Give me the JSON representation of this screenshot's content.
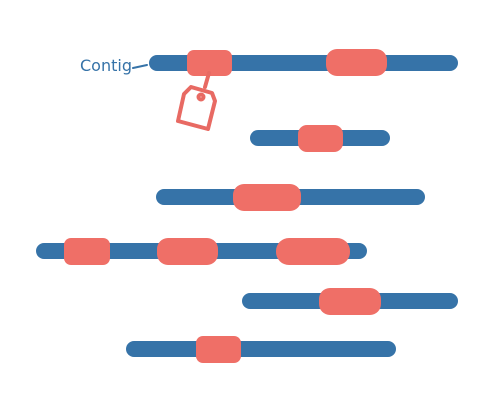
{
  "diagram": {
    "label": "Contig",
    "colors": {
      "contig": "#3673a8",
      "feature": "#ef6f67",
      "tag": "#e86a63",
      "label": "#3673a8"
    },
    "contigs": [
      {
        "features": 2
      },
      {
        "features": 1
      },
      {
        "features": 1
      },
      {
        "features": 3
      },
      {
        "features": 1
      },
      {
        "features": 1
      }
    ],
    "tag_icon": "tag-icon"
  }
}
